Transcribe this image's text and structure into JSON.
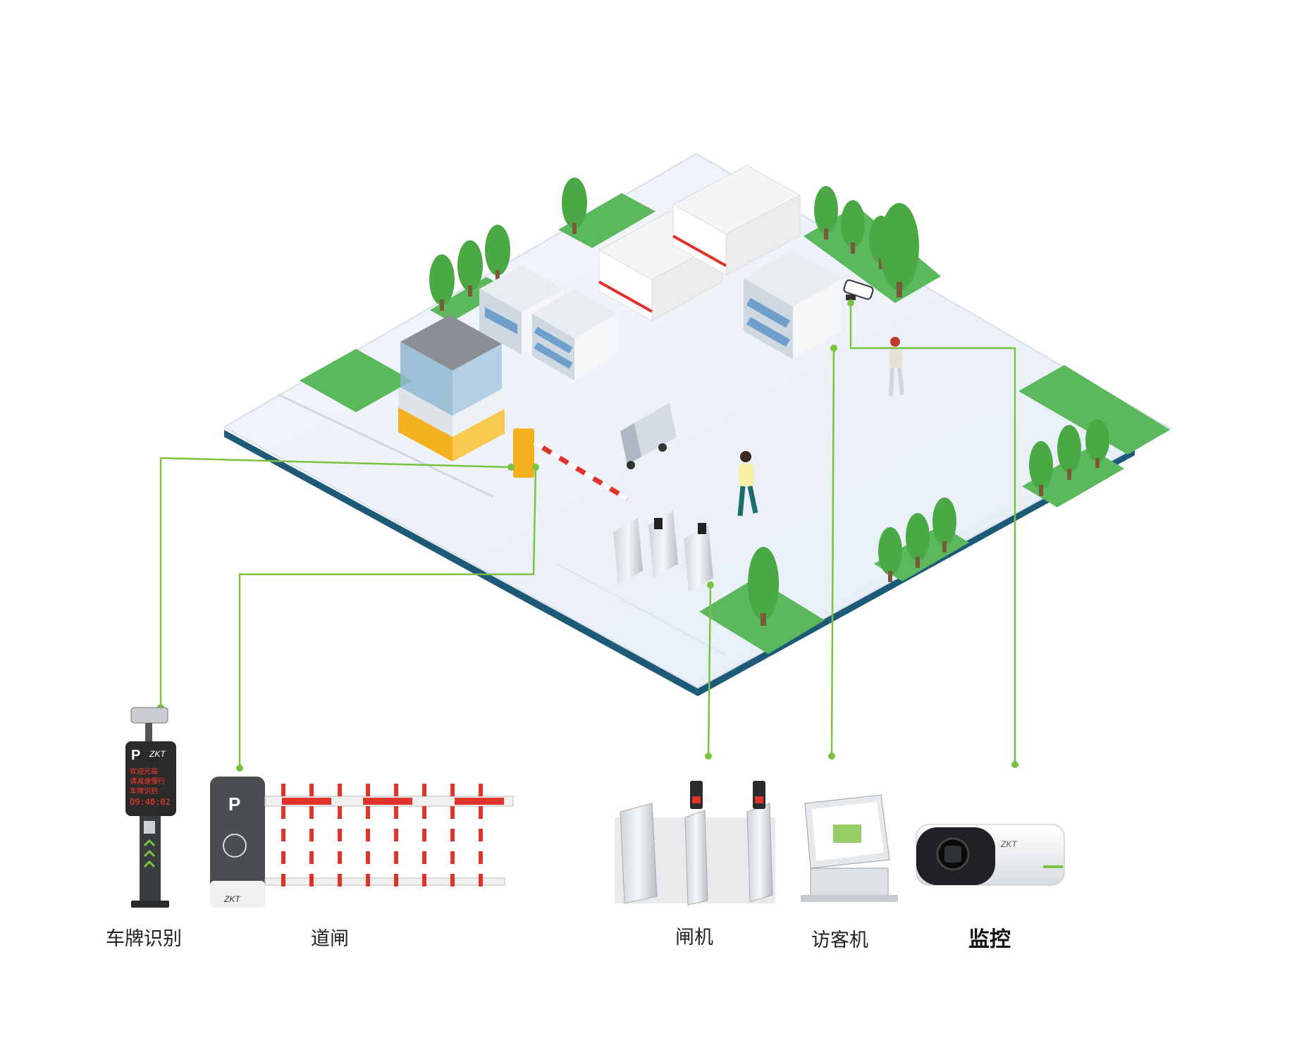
{
  "colors": {
    "connector": "#7cc242",
    "grass": "#5cb85c",
    "ground": "#eef3f9",
    "ground_edge": "#1d5a78",
    "booth_yellow": "#f2b21f",
    "barrier_red": "#e0332b",
    "tree": "#4aa845"
  },
  "devices": [
    {
      "id": "lpr",
      "label": "车牌识别"
    },
    {
      "id": "barrier",
      "label": "道闸"
    },
    {
      "id": "turnstile",
      "label": "闸机"
    },
    {
      "id": "visitor",
      "label": "访客机"
    },
    {
      "id": "camera",
      "label": "监控"
    }
  ],
  "screen_text": {
    "parking_letter": "P",
    "barrier_letter": "P",
    "brand": "ZKT",
    "lpr_screen_lines": [
      "欢迎光临",
      "请减速慢行",
      "车牌识别",
      "09:40:02"
    ]
  }
}
